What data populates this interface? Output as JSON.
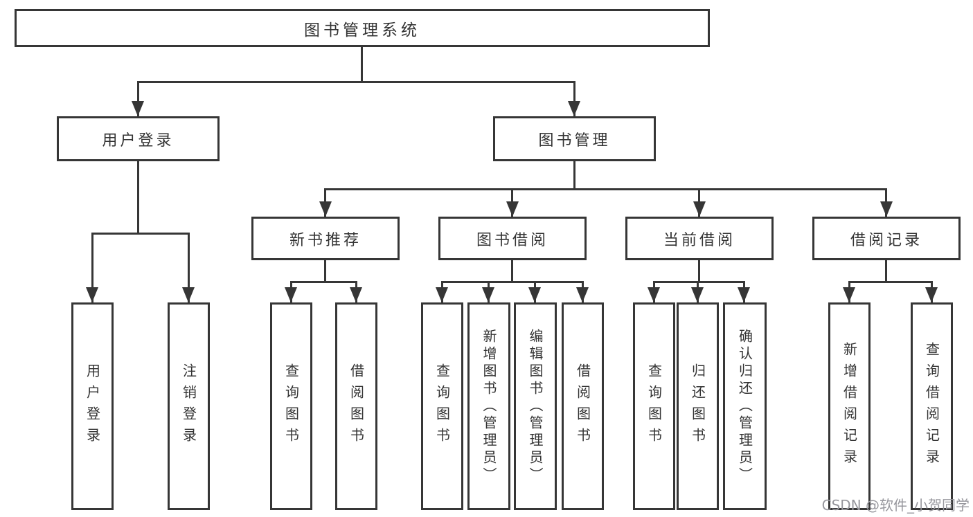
{
  "title": "图书管理系统",
  "watermark": "CSDN @软件_小贺同学",
  "colors": {
    "line": "#363636",
    "text": "#333333",
    "box_background": "#ffffff",
    "watermark": "#97979d",
    "background": "#ffffff"
  },
  "chart_data": {
    "type": "tree-diagram",
    "title": "图书管理系统"
  },
  "tree": {
    "root": {
      "label": "图书管理系统"
    },
    "branches": [
      {
        "label": "用户登录",
        "children": [
          {
            "label": "用户登录"
          },
          {
            "label": "注销登录"
          }
        ]
      },
      {
        "label": "图书管理",
        "children": [
          {
            "label": "新书推荐",
            "children": [
              {
                "label": "查询图书"
              },
              {
                "label": "借阅图书"
              }
            ]
          },
          {
            "label": "图书借阅",
            "children": [
              {
                "label": "查询图书"
              },
              {
                "label": "新增图书（管理员）"
              },
              {
                "label": "编辑图书（管理员）"
              },
              {
                "label": "借阅图书"
              }
            ]
          },
          {
            "label": "当前借阅",
            "children": [
              {
                "label": "查询图书"
              },
              {
                "label": "归还图书"
              },
              {
                "label": "确认归还（管理员）"
              }
            ]
          },
          {
            "label": "借阅记录",
            "children": [
              {
                "label": "新增借阅记录"
              },
              {
                "label": "查询借阅记录"
              }
            ]
          }
        ]
      }
    ]
  }
}
